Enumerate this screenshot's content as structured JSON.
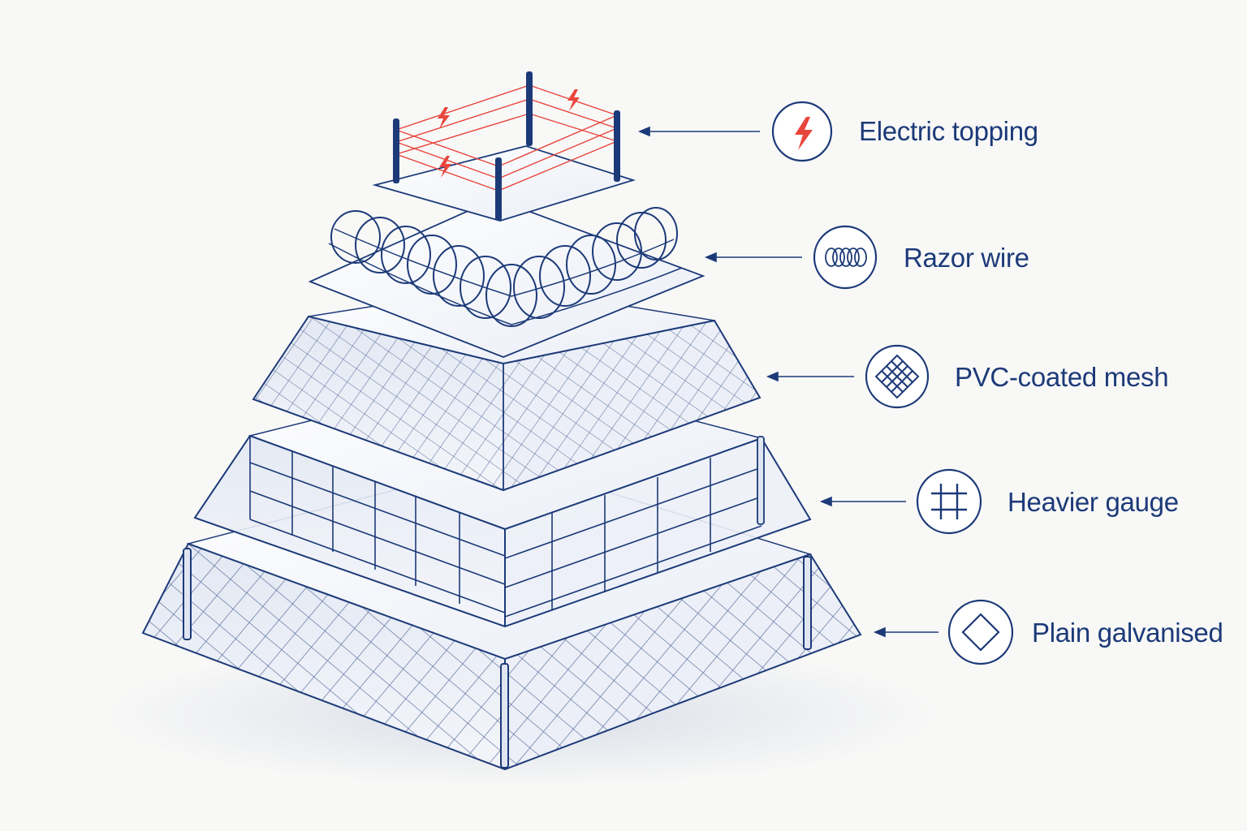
{
  "colors": {
    "navy": "#1c3a78",
    "accent": "#e8453c",
    "background": "#f8f8f7",
    "panel_fill": "#eef1f8"
  },
  "layers": [
    {
      "id": "electric",
      "label": "Electric topping",
      "icon": "lightning-icon"
    },
    {
      "id": "razor",
      "label": "Razor wire",
      "icon": "coil-icon"
    },
    {
      "id": "pvc",
      "label": "PVC-coated mesh",
      "icon": "diamond-mesh-icon"
    },
    {
      "id": "heavy",
      "label": "Heavier gauge",
      "icon": "grid-icon"
    },
    {
      "id": "plain",
      "label": "Plain galvanised",
      "icon": "diamond-icon"
    }
  ]
}
